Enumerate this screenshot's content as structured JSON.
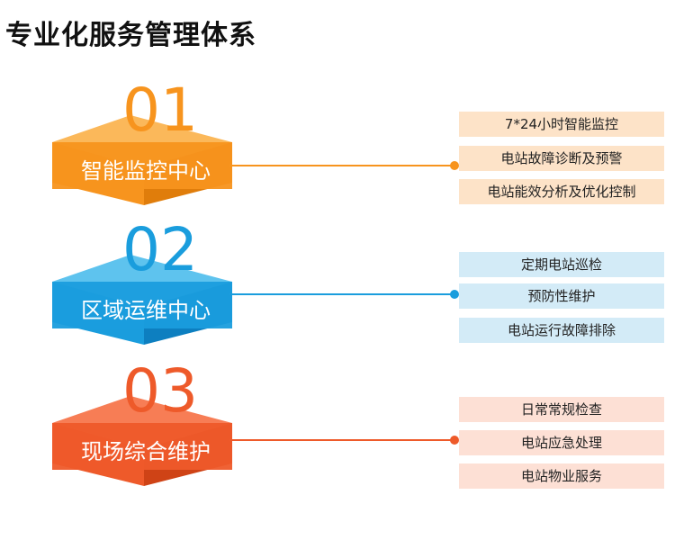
{
  "title": "专业化服务管理体系",
  "tiers": [
    {
      "number": "01",
      "label": "智能监控中心",
      "color_top": "#fbb85a",
      "color_front": "#f7941e",
      "color_side": "#e07d0b",
      "line_color": "#f7941e",
      "item_bg": "#fde3c8",
      "items": [
        "7*24小时智能监控",
        "电站故障诊断及预警",
        "电站能效分析及优化控制"
      ]
    },
    {
      "number": "02",
      "label": "区域运维中心",
      "color_top": "#5ec3ee",
      "color_front": "#1a9ddd",
      "color_side": "#0d7fc0",
      "line_color": "#1a9ddd",
      "item_bg": "#d3ebf7",
      "items": [
        "定期电站巡检",
        "预防性维护",
        "电站运行故障排除"
      ]
    },
    {
      "number": "03",
      "label": "现场综合维护",
      "color_top": "#f77d55",
      "color_front": "#ee5a2a",
      "color_side": "#cf4316",
      "line_color": "#ee5a2a",
      "item_bg": "#fde0d5",
      "items": [
        "日常常规检查",
        "电站应急处理",
        "电站物业服务"
      ]
    }
  ]
}
